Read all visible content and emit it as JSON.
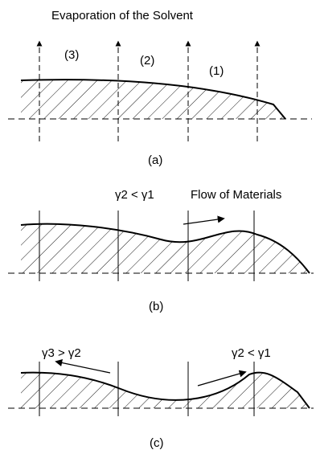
{
  "colors": {
    "ink": "#000000",
    "background": "#ffffff"
  },
  "panel_a": {
    "title": "Evaporation of the Solvent",
    "region_3": "(3)",
    "region_2": "(2)",
    "region_1": "(1)",
    "caption": "(a)"
  },
  "panel_b": {
    "tension_label": "γ2 < γ1",
    "flow_label": "Flow of Materials",
    "caption": "(b)"
  },
  "panel_c": {
    "tension_left": "γ3 > γ2",
    "tension_right": "γ2 < γ1",
    "caption": "(c)"
  }
}
